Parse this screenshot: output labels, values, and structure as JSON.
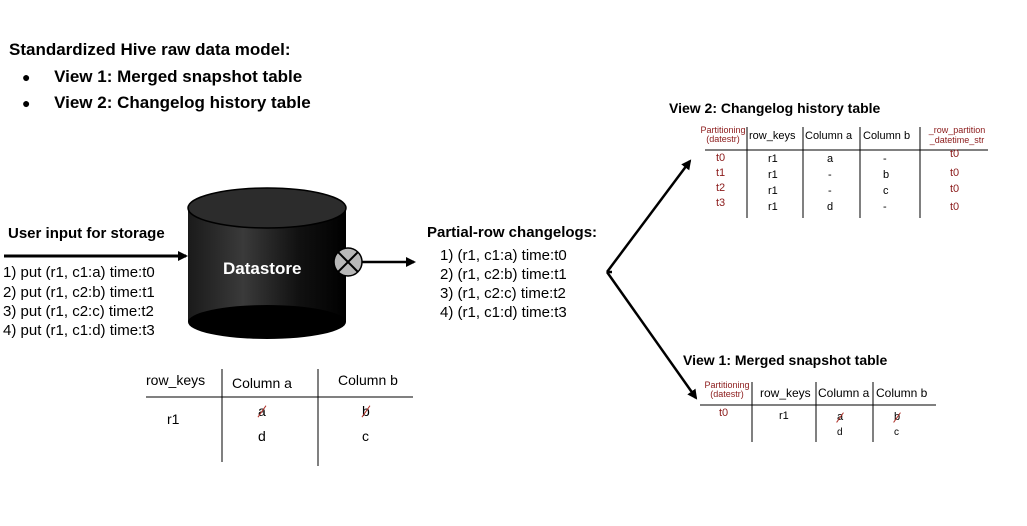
{
  "intro": {
    "heading": "Standardized Hive raw data model:",
    "bullets": [
      "View 1: Merged snapshot table",
      "View 2: Changelog history table"
    ]
  },
  "user_input": {
    "title": "User input for storage",
    "puts": [
      "1) put (r1, c1:a)  time:t0",
      "2) put (r1, c2:b)  time:t1",
      "3) put (r1, c2:c)  time:t2",
      "4) put (r1, c1:d)  time:t3"
    ]
  },
  "datastore": {
    "label": "Datastore"
  },
  "partial": {
    "title": "Partial-row changelogs:",
    "items": [
      "1) (r1, c1:a)  time:t0",
      "2) (r1, c2:b)  time:t1",
      "3) (r1, c2:c)  time:t2",
      "4) (r1, c1:d)  time:t3"
    ]
  },
  "bottom_table": {
    "headers": [
      "row_keys",
      "Column a",
      "Column b"
    ],
    "row_key": "r1",
    "col_a_old": "a",
    "col_a_new": "d",
    "col_b_old": "b",
    "col_b_new": "c"
  },
  "view2": {
    "title": "View 2: Changelog history table",
    "partition_header_1": "Partitioning",
    "partition_header_2": "(datestr)",
    "headers": [
      "row_keys",
      "Column a",
      "Column b"
    ],
    "extra_header_1": "_row_partition",
    "extra_header_2": "_datetime_str",
    "rows": [
      {
        "part": "t0",
        "key": "r1",
        "a": "a",
        "b": "-",
        "extra": "t0"
      },
      {
        "part": "t1",
        "key": "r1",
        "a": "-",
        "b": "b",
        "extra": "t0"
      },
      {
        "part": "t2",
        "key": "r1",
        "a": "-",
        "b": "c",
        "extra": "t0"
      },
      {
        "part": "t3",
        "key": "r1",
        "a": "d",
        "b": "-",
        "extra": "t0"
      }
    ]
  },
  "view1": {
    "title": "View 1: Merged snapshot table",
    "partition_header_1": "Partitioning",
    "partition_header_2": "(datestr)",
    "headers": [
      "row_keys",
      "Column a",
      "Column b"
    ],
    "part": "t0",
    "key": "r1",
    "a_old": "a",
    "a_new": "d",
    "b_old": "b",
    "b_new": "c"
  },
  "colors": {
    "partition_red": "#8b1a1a",
    "cylinder": "#111111",
    "strike": "#b0322a"
  }
}
